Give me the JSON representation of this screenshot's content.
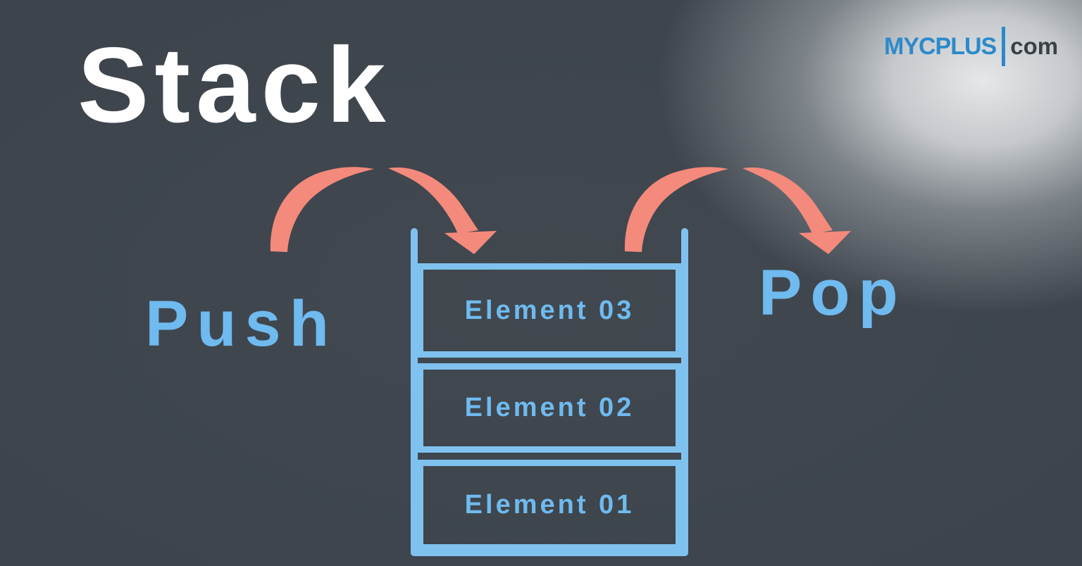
{
  "title": "Stack",
  "logo": {
    "primary": "MYCPLUS",
    "secondary": "com"
  },
  "operations": {
    "push": "Push",
    "pop": "Pop"
  },
  "stack": {
    "elements": [
      "Element 03",
      "Element 02",
      "Element 01"
    ]
  },
  "icons": {
    "push_arrow": "curved-arrow-down-icon",
    "pop_arrow": "curved-arrow-down-icon",
    "logo_divider": "vertical-bar"
  },
  "colors": {
    "background": "#3d444c",
    "stack_border": "#7fc2f0",
    "label_blue": "#6fbaef",
    "arrow_salmon": "#f48a7b",
    "title_white": "#ffffff",
    "logo_blue": "#2b8aca",
    "logo_dark": "#3b4046",
    "glow": "#eceeef"
  }
}
